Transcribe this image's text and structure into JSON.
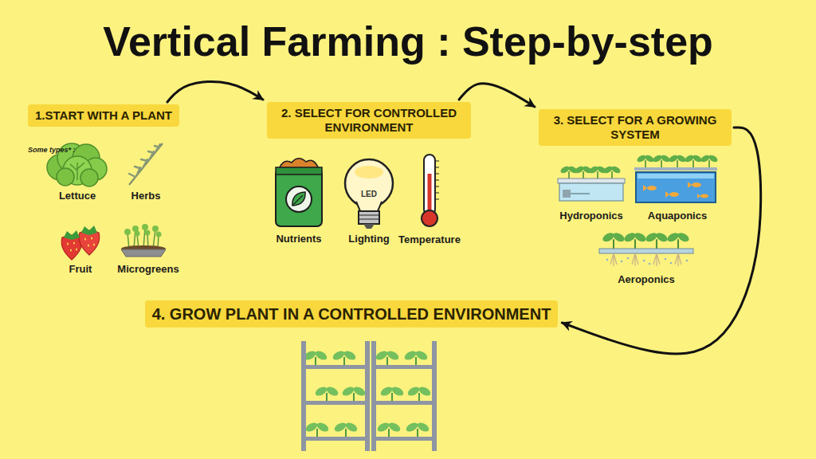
{
  "diagram": {
    "title": "Vertical Farming : Step-by-step",
    "nodes": [
      {
        "text": [
          "1.START WITH A PLANT"
        ]
      },
      {
        "text": [
          "2. SELECT FOR CONTROLLED ENVIRONMENT"
        ]
      },
      {
        "text": [
          "3. SELECT FOR A GROWING SYSTEM"
        ]
      },
      {
        "text": [
          "4. GROW PLANT IN A CONTROLLED ENVIRONMENT"
        ]
      }
    ],
    "edges": [
      {
        "from": 0,
        "to": 1,
        "arrow": "to"
      },
      {
        "from": 1,
        "to": 2,
        "arrow": "to"
      },
      {
        "from": 2,
        "to": 3,
        "arrow": "to"
      }
    ],
    "labels": [
      "Some types* :",
      "Lettuce",
      "Herbs",
      "Fruit",
      "Microgreens",
      "Nutrients",
      "LED",
      "Lighting",
      "Temperature",
      "Hydroponics",
      "Aquaponics",
      "Aeroponics"
    ]
  }
}
